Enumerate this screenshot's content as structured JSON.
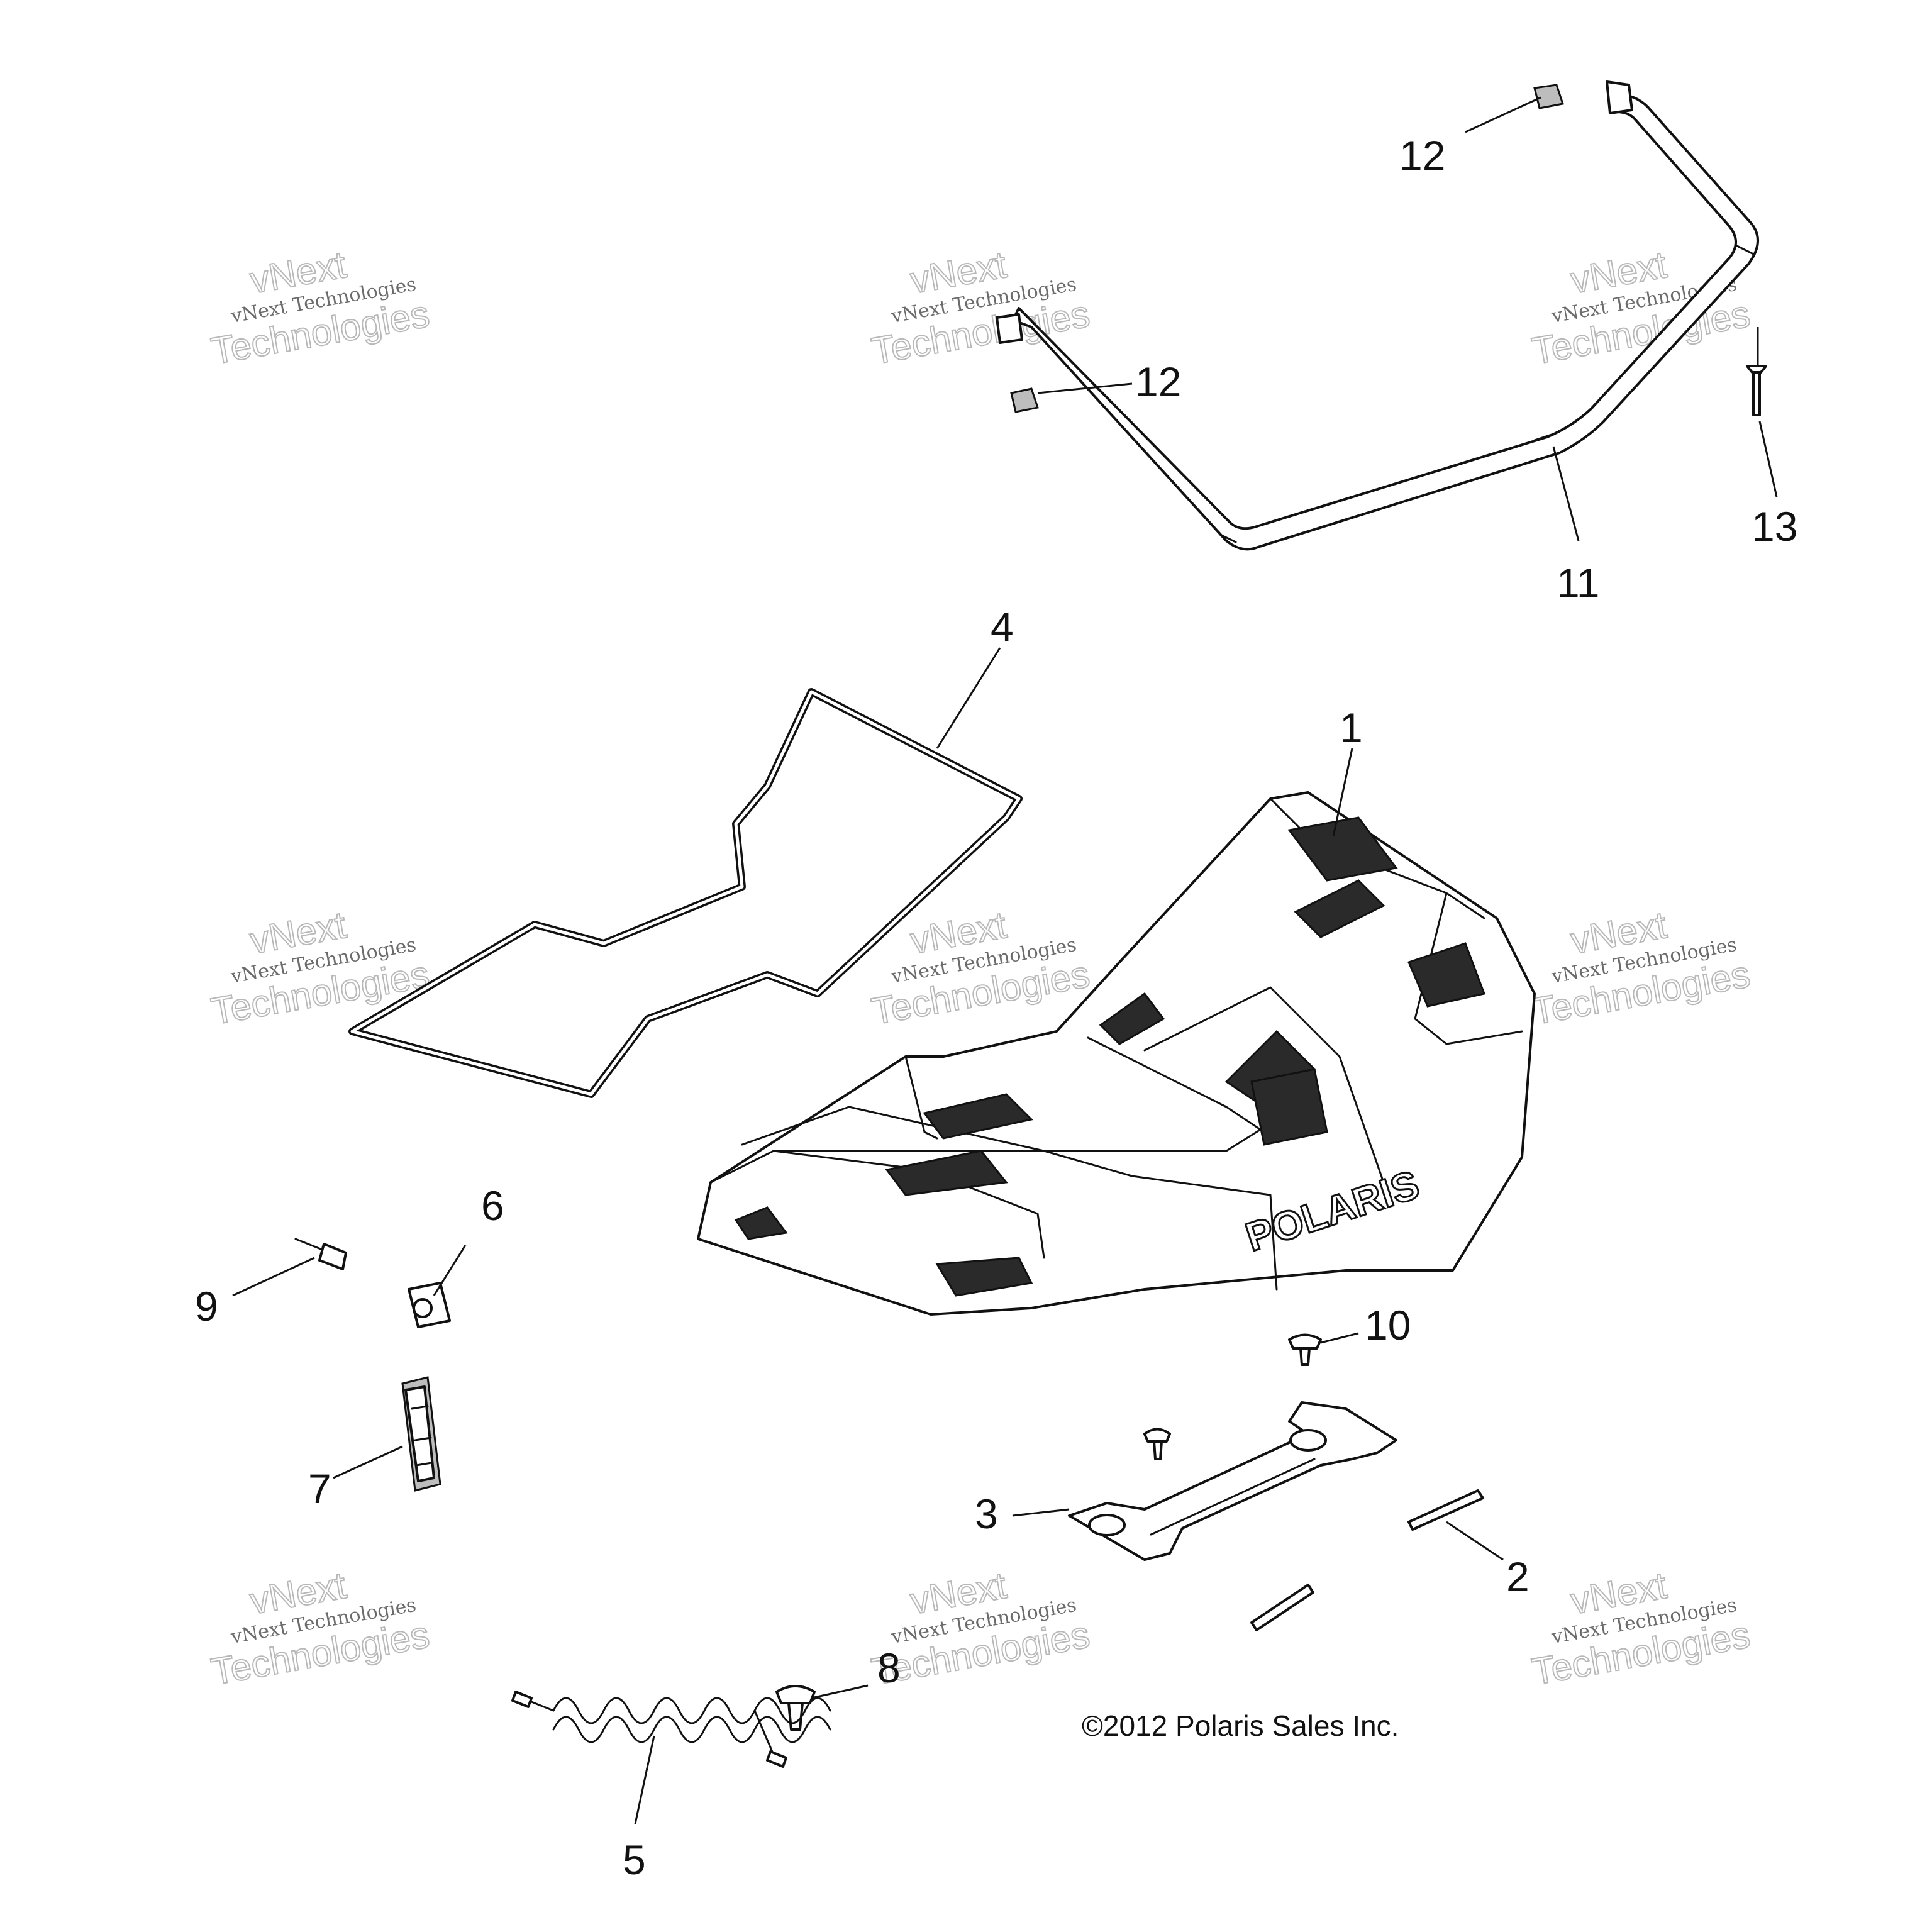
{
  "callouts": {
    "c1": "1",
    "c2": "2",
    "c3": "3",
    "c4": "4",
    "c5": "5",
    "c6": "6",
    "c7": "7",
    "c8": "8",
    "c9": "9",
    "c10": "10",
    "c11": "11",
    "c12a": "12",
    "c12b": "12",
    "c13": "13"
  },
  "copyright": "©2012  Polaris Sales Inc.",
  "logo_text": "POLARIS",
  "watermark": {
    "line1": "vNext Technologies",
    "line2a": "vNext",
    "line2b": "Technologies"
  }
}
